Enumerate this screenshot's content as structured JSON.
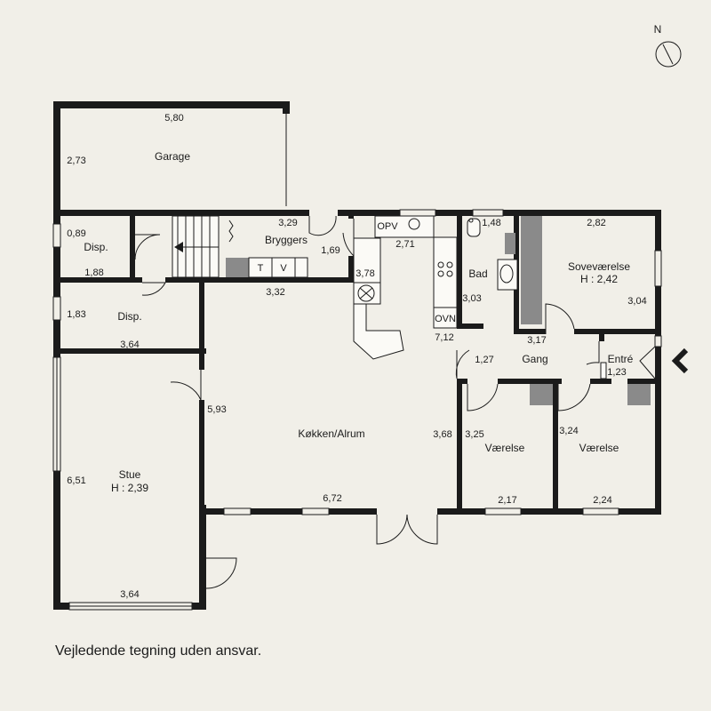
{
  "compass": {
    "label": "N"
  },
  "rooms": [
    {
      "id": "garage",
      "name": "Garage"
    },
    {
      "id": "disp1",
      "name": "Disp."
    },
    {
      "id": "bryggers",
      "name": "Bryggers"
    },
    {
      "id": "disp2",
      "name": "Disp."
    },
    {
      "id": "stue",
      "name": "Stue",
      "height": "H : 2,39"
    },
    {
      "id": "kokken",
      "name": "Køkken/Alrum"
    },
    {
      "id": "bad",
      "name": "Bad"
    },
    {
      "id": "sovevaerelse",
      "name": "Soveværelse",
      "height": "H : 2,42"
    },
    {
      "id": "gang",
      "name": "Gang"
    },
    {
      "id": "entre",
      "name": "Entré"
    },
    {
      "id": "vaerelse1",
      "name": "Værelse"
    },
    {
      "id": "vaerelse2",
      "name": "Værelse"
    }
  ],
  "dimensions": {
    "garage_w": "5,80",
    "garage_h": "2,73",
    "disp1_h": "0,89",
    "disp1_w": "1,88",
    "bryggers_w": "3,29",
    "bryggers_h": "1,69",
    "bryggers_w2": "3,32",
    "disp2_h": "1,83",
    "disp2_w": "3,64",
    "stue_h": "6,51",
    "stue_w": "3,64",
    "kokken_h": "5,93",
    "kokken_w": "6,72",
    "kokken_h2": "3,68",
    "kitchen_a": "2,71",
    "kitchen_b": "3,78",
    "bad_w": "1,48",
    "bad_h": "3,03",
    "gang_len": "7,12",
    "gang_w": "3,17",
    "gang_h": "1,27",
    "sove_w": "2,82",
    "sove_h": "3,04",
    "entre_w": "1,23",
    "vaer1_h": "3,25",
    "vaer1_w": "2,17",
    "vaer2_h": "3,24",
    "vaer2_w": "2,24"
  },
  "fixtures": {
    "opv": "OPV",
    "ovn": "OVN",
    "t": "T",
    "v": "V"
  },
  "disclaimer": "Vejledende tegning uden ansvar.",
  "colors": {
    "background": "#f1efe8",
    "wall": "#1b1b1b",
    "cabinet": "#8a8a8a"
  }
}
